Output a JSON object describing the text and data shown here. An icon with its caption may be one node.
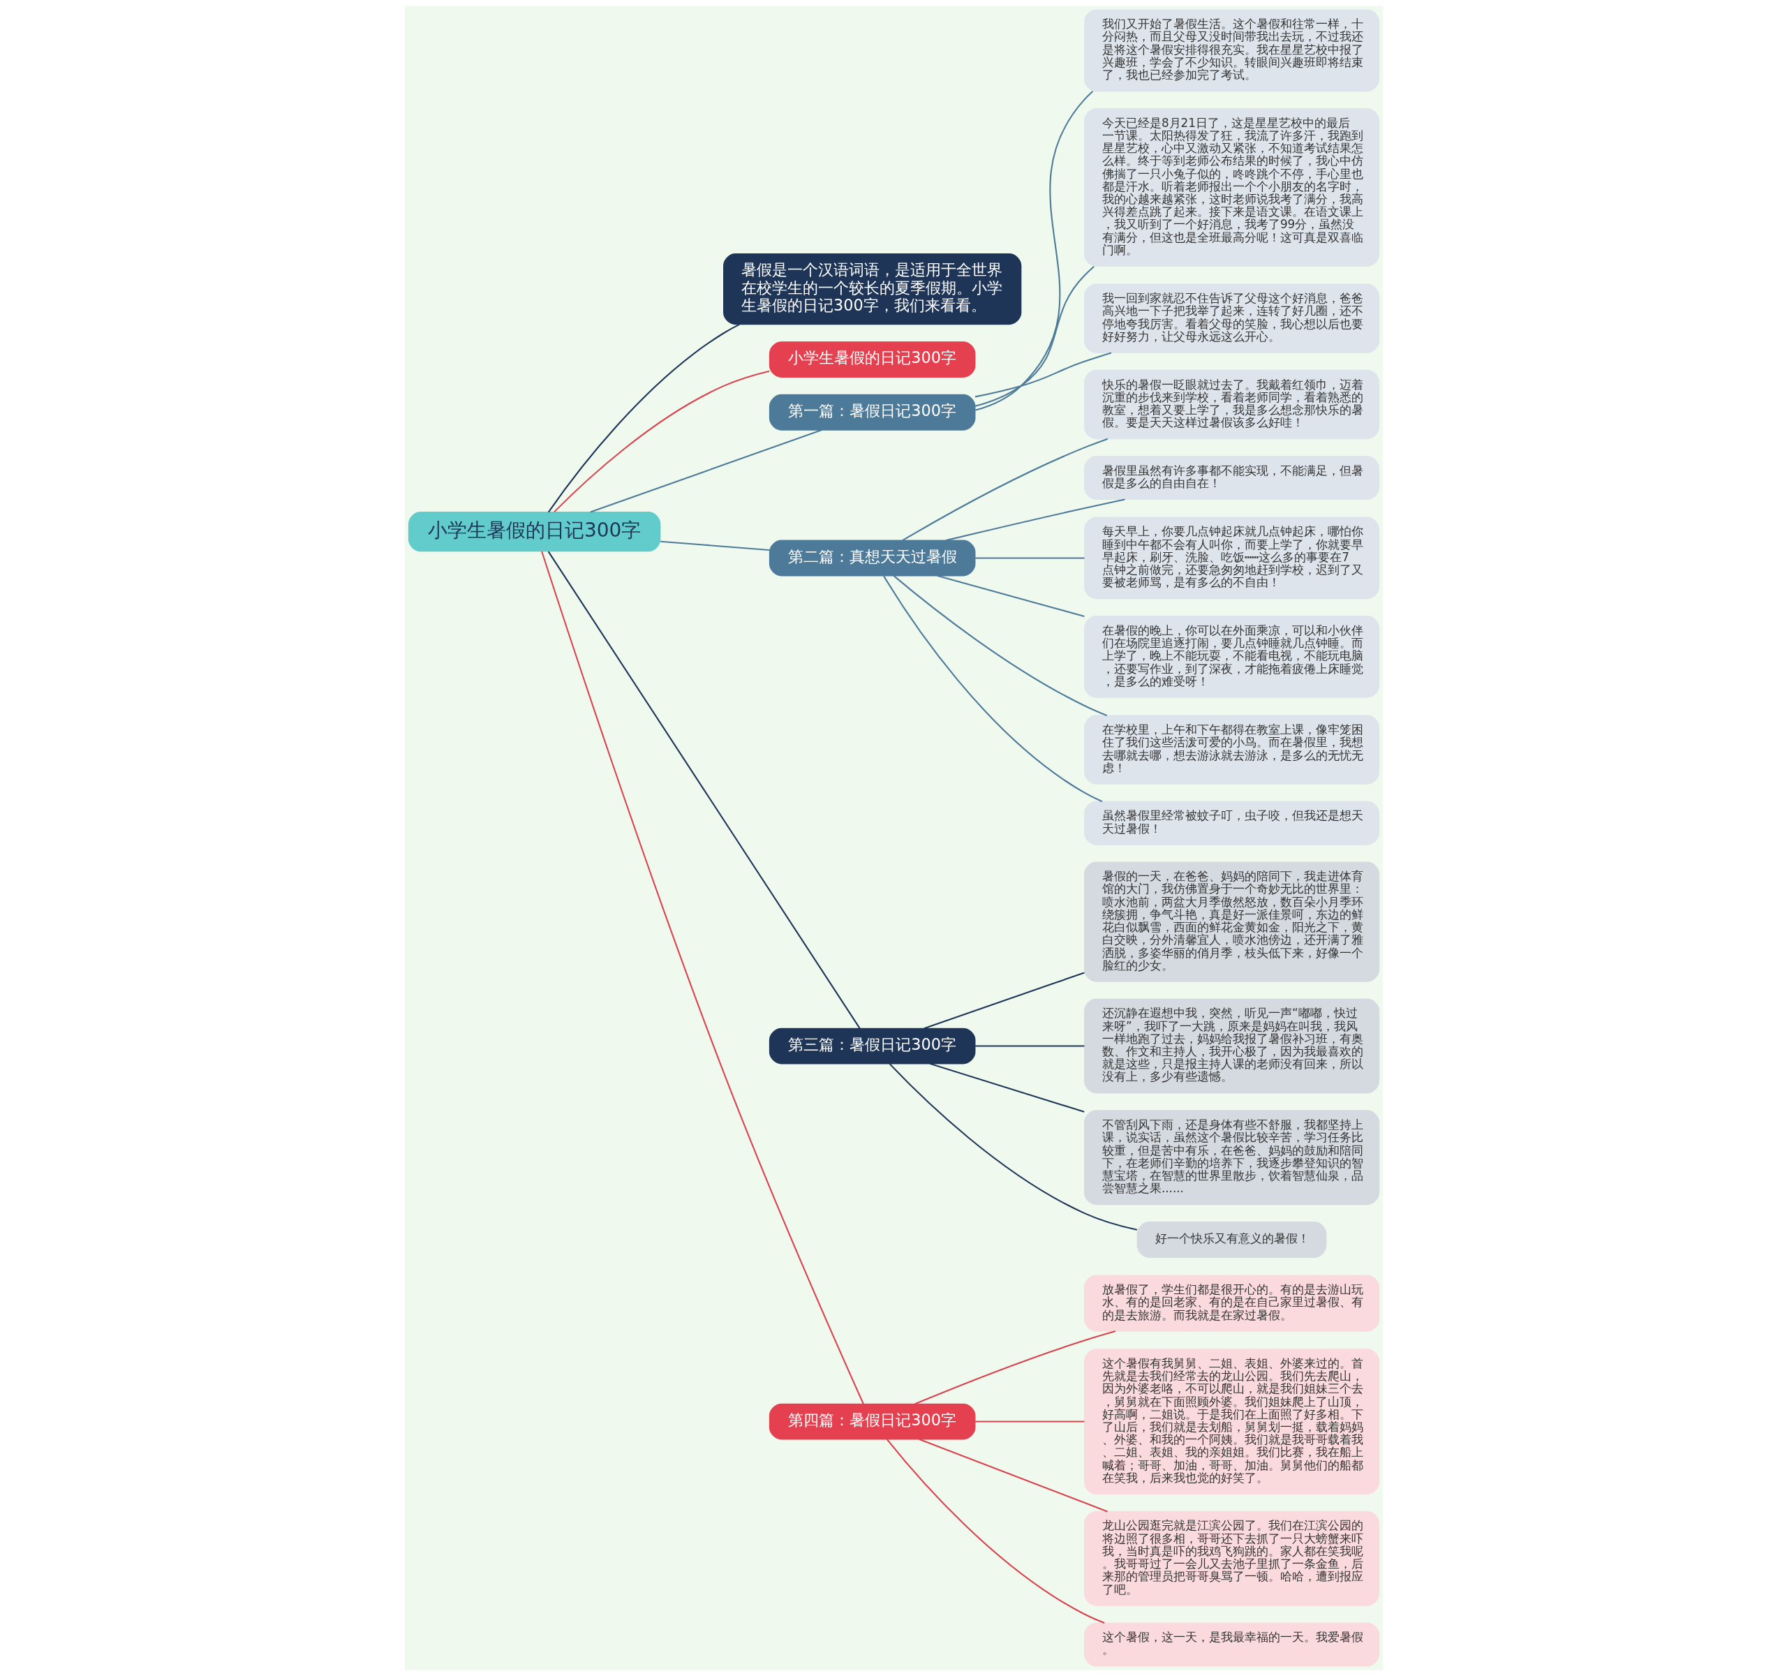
{
  "diagram": {
    "nodes": [
      {
        "text": [
          "小学生暑假的日记300字"
        ]
      },
      {
        "text": [
          "暑假是一个汉语词语，是适用于全世界在校学生的一个较长的夏季假期。小学生暑假的日记300字，我们来看看。"
        ]
      },
      {
        "text": [
          "小学生暑假的日记300字"
        ]
      },
      {
        "text": [
          "第一篇：暑假日记300字"
        ]
      },
      {
        "text": [
          "我们又开始了暑假生活。这个暑假和往常一样，十分闷热，而且父母又没时间带我出去玩，不过我还是将这个暑假安排得很充实。我在星星艺校中报了兴趣班，学会了不少知识。转眼间兴趣班即将结束了，我也已经参加完了考试。"
        ]
      },
      {
        "text": [
          "今天已经是8月21日了，这是星星艺校中的最后一节课。太阳热得发了狂，我流了许多汗，我跑到星星艺校，心中又激动又紧张，不知道考试结果怎么样。终于等到老师公布结果的时候了，我心中仿佛揣了一只小兔子似的，咚咚跳个不停，手心里也都是汗水。听着老师报出一个个小朋友的名字时，我的心越来越紧张，这时老师说我考了满分，我高兴得差点跳了起来。接下来是语文课。在语文课上，我又听到了一个好消息，我考了99分，虽然没有满分，但这也是全班最高分呢！这可真是双喜临门啊。"
        ]
      },
      {
        "text": [
          "我一回到家就忍不住告诉了父母这个好消息，爸爸高兴地一下子把我举了起来，连转了好几圈，还不停地夸我厉害。看着父母的笑脸，我心想以后也要好好努力，让父母永远这么开心。"
        ]
      },
      {
        "text": [
          "第二篇：真想天天过暑假"
        ]
      },
      {
        "text": [
          "快乐的暑假一眨眼就过去了。我戴着红领巾，迈着沉重的步伐来到学校，看着老师同学，看着熟悉的教室，想着又要上学了，我是多么想念那快乐的暑假。要是天天这样过暑假该多么好哇！"
        ]
      },
      {
        "text": [
          "暑假里虽然有许多事都不能实现，不能满足，但暑假是多么的自由自在！"
        ]
      },
      {
        "text": [
          "每天早上，你要几点钟起床就几点钟起床，哪怕你睡到中午都不会有人叫你，而要上学了，你就要早早起床，刷牙、洗脸、吃饭┅┅这么多的事要在7点钟之前做完，还要急匆匆地赶到学校，迟到了又要被老师骂，是有多么的不自由！"
        ]
      },
      {
        "text": [
          "在暑假的晚上，你可以在外面乘凉，可以和小伙伴们在场院里追逐打闹，要几点钟睡就几点钟睡。而上学了，晚上不能玩耍，不能看电视，不能玩电脑，还要写作业，到了深夜，才能拖着疲倦上床睡觉，是多么的难受呀！"
        ]
      },
      {
        "text": [
          "在学校里，上午和下午都得在教室上课，像牢笼困住了我们这些活泼可爱的小鸟。而在暑假里，我想去哪就去哪，想去游泳就去游泳，是多么的无忧无虑！"
        ]
      },
      {
        "text": [
          "虽然暑假里经常被蚊子叮，虫子咬，但我还是想天天过暑假！"
        ]
      },
      {
        "text": [
          "第三篇：暑假日记300字"
        ]
      },
      {
        "text": [
          "暑假的一天，在爸爸、妈妈的陪同下，我走进体育馆的大门，我仿佛置身于一个奇妙无比的世界里：喷水池前，两盆大月季傲然怒放，数百朵小月季环绕簇拥，争气斗艳，真是好一派佳景呵，东边的鲜花白似飘雪，西面的鲜花金黄如金，阳光之下，黄白交映，分外清馨宜人，喷水池傍边，还开满了雅洒脱，多姿华丽的俏月季，枝头低下来，好像一个脸红的少女。"
        ]
      },
      {
        "text": [
          "还沉静在遐想中我，突然，听见一声“嘟嘟，快过来呀”，我吓了一大跳，原来是妈妈在叫我，我风一样地跑了过去，妈妈给我报了暑假补习班，有奥数、作文和主持人，我开心极了，因为我最喜欢的就是这些，只是报主持人课的老师没有回来，所以没有上，多少有些遗憾。"
        ]
      },
      {
        "text": [
          "不管刮风下雨，还是身体有些不舒服，我都坚持上课，说实话，虽然这个暑假比较辛苦，学习任务比较重，但是苦中有乐，在爸爸、妈妈的鼓励和陪同下，在老师们辛勤的培养下，我逐步攀登知识的智慧宝塔，在智慧的世界里散步，饮着智慧仙泉，品尝智慧之果......"
        ]
      },
      {
        "text": [
          "好一个快乐又有意义的暑假！"
        ]
      },
      {
        "text": [
          "第四篇：暑假日记300字"
        ]
      },
      {
        "text": [
          "放暑假了，学生们都是很开心的。有的是去游山玩水、有的是回老家、有的是在自己家里过暑假、有的是去旅游。而我就是在家过暑假。"
        ]
      },
      {
        "text": [
          "这个暑假有我舅舅、二姐、表姐、外婆来过的。首先就是去我们经常去的龙山公园。我们先去爬山，因为外婆老咯，不可以爬山，就是我们姐妹三个去，舅舅就在下面照顾外婆。我们姐妹爬上了山顶，好高啊，二姐说。于是我们在上面照了好多相。下了山后，我们就是去划船，舅舅划一挺，载着妈妈、外婆、和我的一个阿姨。我们就是我哥哥载着我、二姐、表姐、我的亲姐姐。我们比赛，我在船上喊着；哥哥、加油，哥哥、加油。舅舅他们的船都在笑我，后来我也觉的好笑了。"
        ]
      },
      {
        "text": [
          "龙山公园逛完就是江滨公园了。我们在江滨公园的将边照了很多相，哥哥还下去抓了一只大螃蟹来吓我，当时真是吓的我鸡飞狗跳的。家人都在笑我呢。我哥哥过了一会儿又去池子里抓了一条金鱼，后来那的管理员把哥哥臭骂了一顿。哈哈，遭到报应了吧。"
        ]
      },
      {
        "text": [
          "这个暑假，这一天，是我最幸福的一天。我爱暑假。"
        ]
      }
    ],
    "edges": [
      {
        "from": 0,
        "to": 1,
        "arrow": "none",
        "color": "#1e3557"
      },
      {
        "from": 0,
        "to": 2,
        "arrow": "none",
        "color": "#d9434f"
      },
      {
        "from": 0,
        "to": 3,
        "arrow": "none"
      },
      {
        "from": 3,
        "to": 4,
        "arrow": "none"
      },
      {
        "from": 3,
        "to": 5,
        "arrow": "none"
      },
      {
        "from": 3,
        "to": 6,
        "arrow": "none"
      },
      {
        "from": 0,
        "to": 7,
        "arrow": "none"
      },
      {
        "from": 7,
        "to": 8,
        "arrow": "none"
      },
      {
        "from": 7,
        "to": 9,
        "arrow": "none"
      },
      {
        "from": 7,
        "to": 10,
        "arrow": "none"
      },
      {
        "from": 7,
        "to": 11,
        "arrow": "none"
      },
      {
        "from": 7,
        "to": 12,
        "arrow": "none"
      },
      {
        "from": 7,
        "to": 13,
        "arrow": "none"
      },
      {
        "from": 0,
        "to": 14,
        "arrow": "none",
        "color": "#1e3557"
      },
      {
        "from": 14,
        "to": 15,
        "arrow": "none",
        "color": "#1e3557"
      },
      {
        "from": 14,
        "to": 16,
        "arrow": "none",
        "color": "#1e3557"
      },
      {
        "from": 14,
        "to": 17,
        "arrow": "none",
        "color": "#1e3557"
      },
      {
        "from": 14,
        "to": 18,
        "arrow": "none",
        "color": "#1e3557"
      },
      {
        "from": 0,
        "to": 19,
        "arrow": "none",
        "color": "#d9434f"
      },
      {
        "from": 19,
        "to": 20,
        "arrow": "none",
        "color": "#d9434f"
      },
      {
        "from": 19,
        "to": 21,
        "arrow": "none",
        "color": "#d9434f"
      },
      {
        "from": 19,
        "to": 22,
        "arrow": "none",
        "color": "#d9434f"
      },
      {
        "from": 19,
        "to": 23,
        "arrow": "none",
        "color": "#d9434f"
      }
    ]
  }
}
